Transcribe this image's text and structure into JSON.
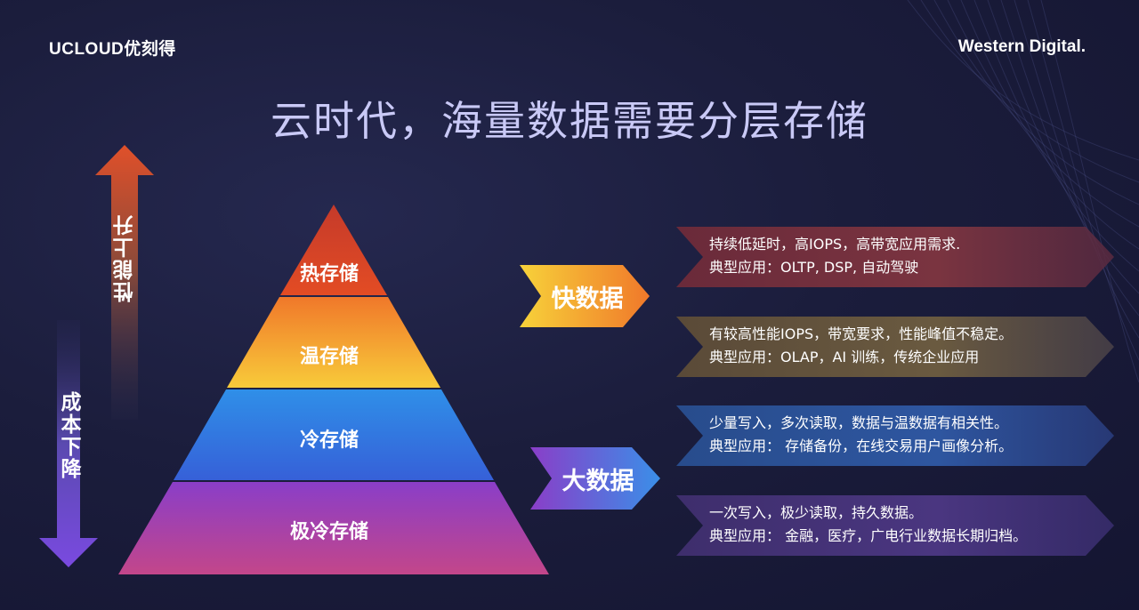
{
  "logos": {
    "left": "UCLOUD优刻得",
    "right": "Western Digital."
  },
  "title": "云时代，海量数据需要分层存储",
  "arrows": {
    "up_label": "性能上升",
    "down_label": "成本下降"
  },
  "tiers": [
    {
      "label": "热存储",
      "color_top": "#c93a2a",
      "color_bottom": "#e04a26"
    },
    {
      "label": "温存储",
      "color_top": "#f07a2a",
      "color_bottom": "#f8c83a"
    },
    {
      "label": "冷存储",
      "color_top": "#2f8ae6",
      "color_bottom": "#3562d8"
    },
    {
      "label": "极冷存储",
      "color_top": "#8a3fc8",
      "color_bottom": "#c0458c"
    }
  ],
  "tags": {
    "fast": "快数据",
    "big": "大数据"
  },
  "descriptions": [
    {
      "line1": "持续低延时，高IOPS，高带宽应用需求.",
      "line2": "典型应用：OLTP,  DSP, 自动驾驶",
      "color": "#7a2f3a"
    },
    {
      "line1": "有较高性能IOPS，带宽要求，性能峰值不稳定。",
      "line2": "典型应用：OLAP，AI 训练，传统企业应用",
      "color": "#6e5a3c"
    },
    {
      "line1": "少量写入，多次读取，数据与温数据有相关性。",
      "line2": "典型应用： 存储备份，在线交易用户画像分析。",
      "color": "#2d4f8e"
    },
    {
      "line1": "一次写入，极少读取，持久数据。",
      "line2": "典型应用： 金融，医疗，广电行业数据长期归档。",
      "color": "#4a3478"
    }
  ]
}
